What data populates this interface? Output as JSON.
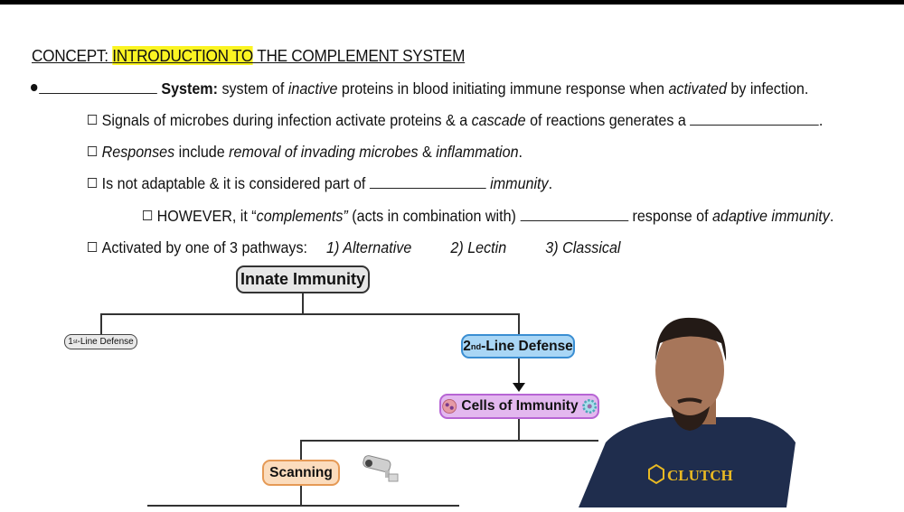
{
  "header": {
    "title_highlighted": "INTRODUCTION TO",
    "title_prefix": "CONCEPT: ",
    "title_suffix": " THE COMPLEMENT SYSTEM"
  },
  "notes": {
    "main_bullet": {
      "label": "System:",
      "text_a": " system of ",
      "italic_a": "inactive",
      "text_b": " proteins in blood initiating immune response when ",
      "italic_b": "activated",
      "text_c": " by infection."
    },
    "sub1": {
      "text_a": "Signals of microbes during infection activate proteins & a ",
      "italic_a": "cascade",
      "text_b": " of reactions generates a ",
      "end": "."
    },
    "sub2": {
      "italic_a": "Responses",
      "text_a": " include ",
      "italic_b": "removal of invading microbes",
      "text_b": " & ",
      "italic_c": "inflammation",
      "end": "."
    },
    "sub3": {
      "text_a": "Is not adaptable & it is considered part of ",
      "italic_a": "immunity",
      "end": "."
    },
    "sub3a": {
      "text_a": "HOWEVER, it “",
      "italic_a": "complements”",
      "text_b": " (acts in combination with) ",
      "text_c": " response of ",
      "italic_b": "adaptive immunity",
      "end": "."
    },
    "sub4": {
      "text_a": "Activated by one of 3 pathways:",
      "pathways": [
        "1) Alternative",
        "2) Lectin",
        "3) Classical"
      ]
    }
  },
  "diagram": {
    "innate": "Innate Immunity",
    "first_line": {
      "num": "1",
      "sup": "st",
      "label": "-Line Defense"
    },
    "second_line": {
      "num": "2",
      "sup": "nd",
      "label": "-Line Defense"
    },
    "cells": "Cells of Immunity",
    "scanning": "Scanning",
    "icons": [
      "cell-icon",
      "gear-icon",
      "security-camera-icon"
    ]
  },
  "presenter": {
    "shirt_text": "CLUTCH",
    "shirt_color": "#1f2d4d",
    "logo_color": "#e8b923"
  },
  "colors": {
    "highlight": "#fbf422",
    "second_line": "#a9d6f5",
    "cells": "#e3b8ef",
    "scanning": "#fbdcbd"
  }
}
